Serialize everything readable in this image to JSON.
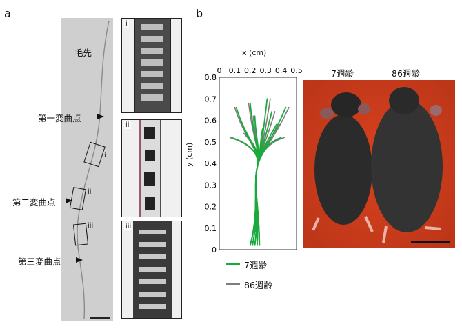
{
  "panels": {
    "a": {
      "letter": "a",
      "tip_label": "毛先",
      "bend1_label": "第一変曲点",
      "bend2_label": "第二変曲点",
      "bend3_label": "第三変曲点",
      "box_labels": [
        "i",
        "ii",
        "iii"
      ],
      "micrograph_labels": [
        "i",
        "ii",
        "iii"
      ]
    },
    "b": {
      "letter": "b",
      "photo_labels": [
        "7週齢",
        "86週齢"
      ]
    }
  },
  "chart_data": {
    "type": "line",
    "xlabel": "x (cm)",
    "ylabel": "y (cm)",
    "xlim": [
      0,
      0.5
    ],
    "ylim": [
      0,
      0.8
    ],
    "x_ticks": [
      "0",
      "0.1",
      "0.2",
      "0.3",
      "0.4",
      "0.5"
    ],
    "y_ticks": [
      "0",
      "0.1",
      "0.2",
      "0.3",
      "0.4",
      "0.5",
      "0.6",
      "0.7",
      "0.8"
    ],
    "x_axis_position": "top",
    "grid": false,
    "legend_position": "bottom-left",
    "series": [
      {
        "name": "7週齢",
        "color": "#1aaa3c"
      },
      {
        "name": "86週齢",
        "color": "#7d7d7d"
      }
    ]
  }
}
